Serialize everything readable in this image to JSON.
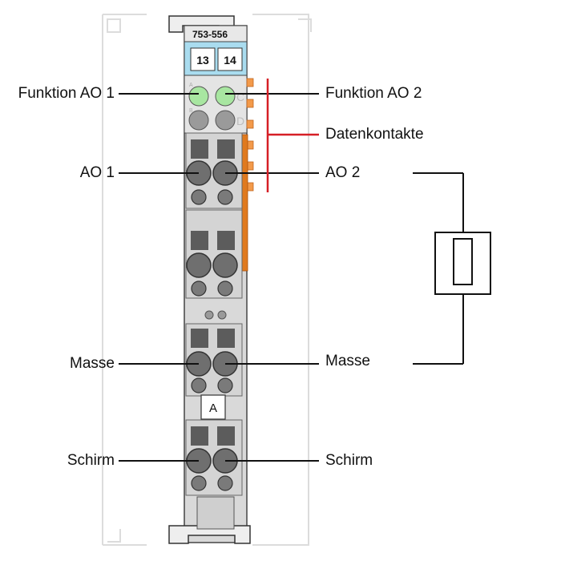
{
  "module": {
    "part_number": "753-556",
    "terminal_numbers": [
      "13",
      "14"
    ],
    "led_letters": [
      "A",
      "C",
      "B",
      "D"
    ],
    "marker_letter": "A"
  },
  "labels": {
    "left": [
      "Funktion AO 1",
      "AO 1",
      "Masse",
      "Schirm"
    ],
    "right": [
      "Funktion AO 2",
      "AO 2",
      "Masse",
      "Schirm"
    ],
    "data_contacts": "Datenkontakte"
  },
  "colors": {
    "module_body": "#d9d9d9",
    "header_blue": "#a9dcef",
    "led_green": "#a8e6a1",
    "contact_orange": "#f39a4a",
    "bracket_red": "#d61f26",
    "outline": "#1a1a1a"
  },
  "symbol": {
    "type": "resistor-load"
  }
}
